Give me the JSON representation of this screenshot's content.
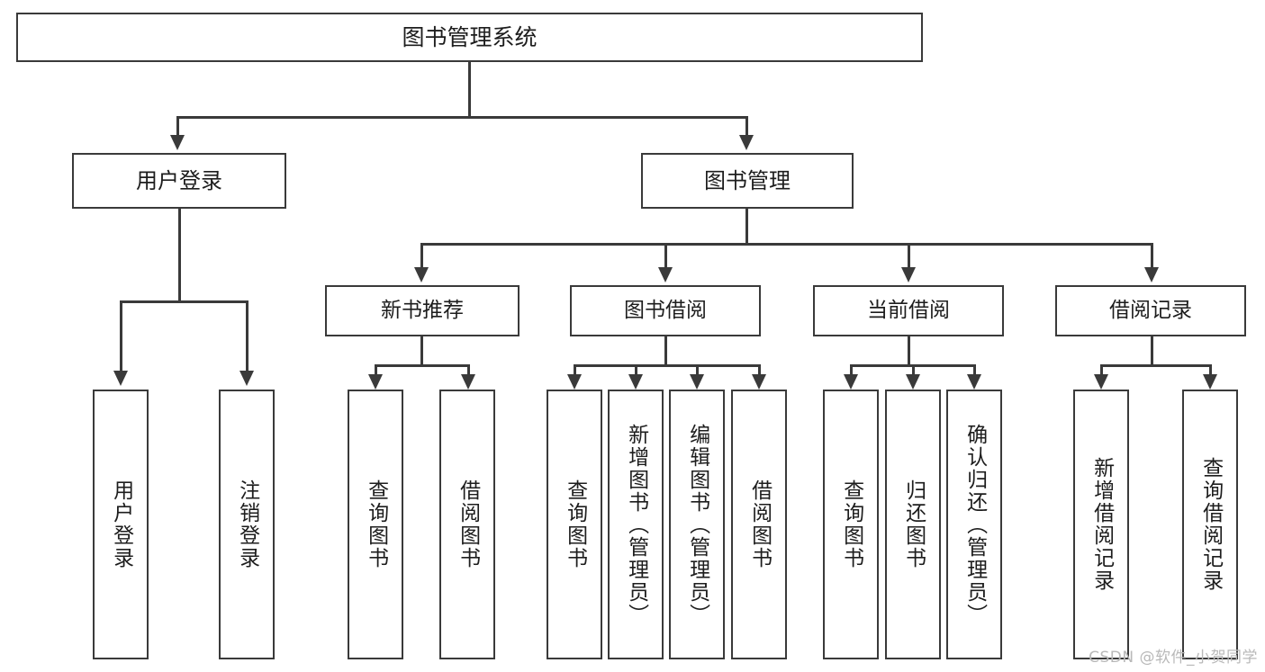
{
  "diagram": {
    "title": "图书管理系统",
    "type": "tree",
    "colors": {
      "stroke": "#3a3a3a",
      "fill": "#ffffff",
      "text": "#1d1d1d",
      "watermark": "#b9b9b9"
    },
    "root": {
      "label": "图书管理系统"
    },
    "level1": [
      {
        "id": "user-login",
        "label": "用户登录"
      },
      {
        "id": "book-management",
        "label": "图书管理"
      }
    ],
    "level2": [
      {
        "id": "new-book-recommend",
        "label": "新书推荐"
      },
      {
        "id": "book-borrow",
        "label": "图书借阅"
      },
      {
        "id": "current-borrow",
        "label": "当前借阅"
      },
      {
        "id": "borrow-record",
        "label": "借阅记录"
      }
    ],
    "leaves": {
      "user_login": [
        {
          "id": "leaf-user-login",
          "label": "用户登录"
        },
        {
          "id": "leaf-logout",
          "label": "注销登录"
        }
      ],
      "new_book_recommend": [
        {
          "id": "leaf-query-book-1",
          "label": "查询图书"
        },
        {
          "id": "leaf-borrow-book-1",
          "label": "借阅图书"
        }
      ],
      "book_borrow": [
        {
          "id": "leaf-query-book-2",
          "label": "查询图书"
        },
        {
          "id": "leaf-add-book",
          "label": "新增图书（管理员）"
        },
        {
          "id": "leaf-edit-book",
          "label": "编辑图书（管理员）"
        },
        {
          "id": "leaf-borrow-book-2",
          "label": "借阅图书"
        }
      ],
      "current_borrow": [
        {
          "id": "leaf-query-book-3",
          "label": "查询图书"
        },
        {
          "id": "leaf-return-book",
          "label": "归还图书"
        },
        {
          "id": "leaf-confirm-return",
          "label": "确认归还（管理员）"
        }
      ],
      "borrow_record": [
        {
          "id": "leaf-add-record",
          "label": "新增借阅记录"
        },
        {
          "id": "leaf-query-record",
          "label": "查询借阅记录"
        }
      ]
    }
  },
  "watermark": {
    "text": "CSDN @软件_小贺同学"
  }
}
